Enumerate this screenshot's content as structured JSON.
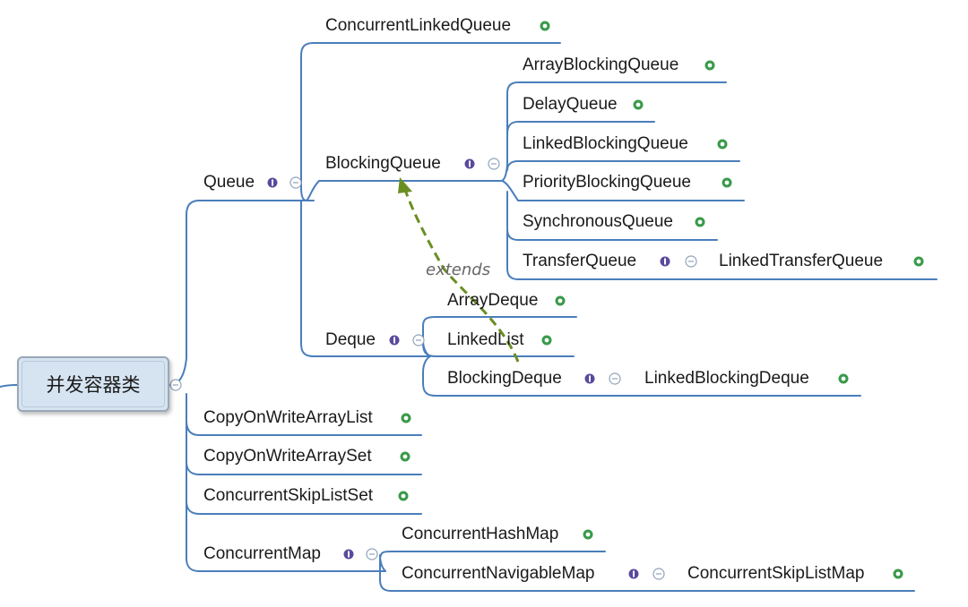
{
  "root": {
    "label": "并发容器类"
  },
  "nodes": {
    "queue": "Queue",
    "concurrent_linked_queue": "ConcurrentLinkedQueue",
    "blocking_queue": "BlockingQueue",
    "array_blocking_queue": "ArrayBlockingQueue",
    "delay_queue": "DelayQueue",
    "linked_blocking_queue": "LinkedBlockingQueue",
    "priority_blocking_queue": "PriorityBlockingQueue",
    "synchronous_queue": "SynchronousQueue",
    "transfer_queue": "TransferQueue",
    "linked_transfer_queue": "LinkedTransferQueue",
    "deque": "Deque",
    "array_deque": "ArrayDeque",
    "linked_list": "LinkedList",
    "blocking_deque": "BlockingDeque",
    "linked_blocking_deque": "LinkedBlockingDeque",
    "copy_on_write_array_list": "CopyOnWriteArrayList",
    "copy_on_write_array_set": "CopyOnWriteArraySet",
    "concurrent_skip_list_set": "ConcurrentSkipListSet",
    "concurrent_map": "ConcurrentMap",
    "concurrent_hash_map": "ConcurrentHashMap",
    "concurrent_navigable_map": "ConcurrentNavigableMap",
    "concurrent_skip_list_map": "ConcurrentSkipListMap"
  },
  "relation": {
    "extends_label": "extends"
  },
  "colors": {
    "branch_line": "#4a7ebb",
    "interface_icon": "#5a4a9c",
    "class_icon": "#3a9a4a",
    "extends_arrow": "#6b8e23"
  }
}
